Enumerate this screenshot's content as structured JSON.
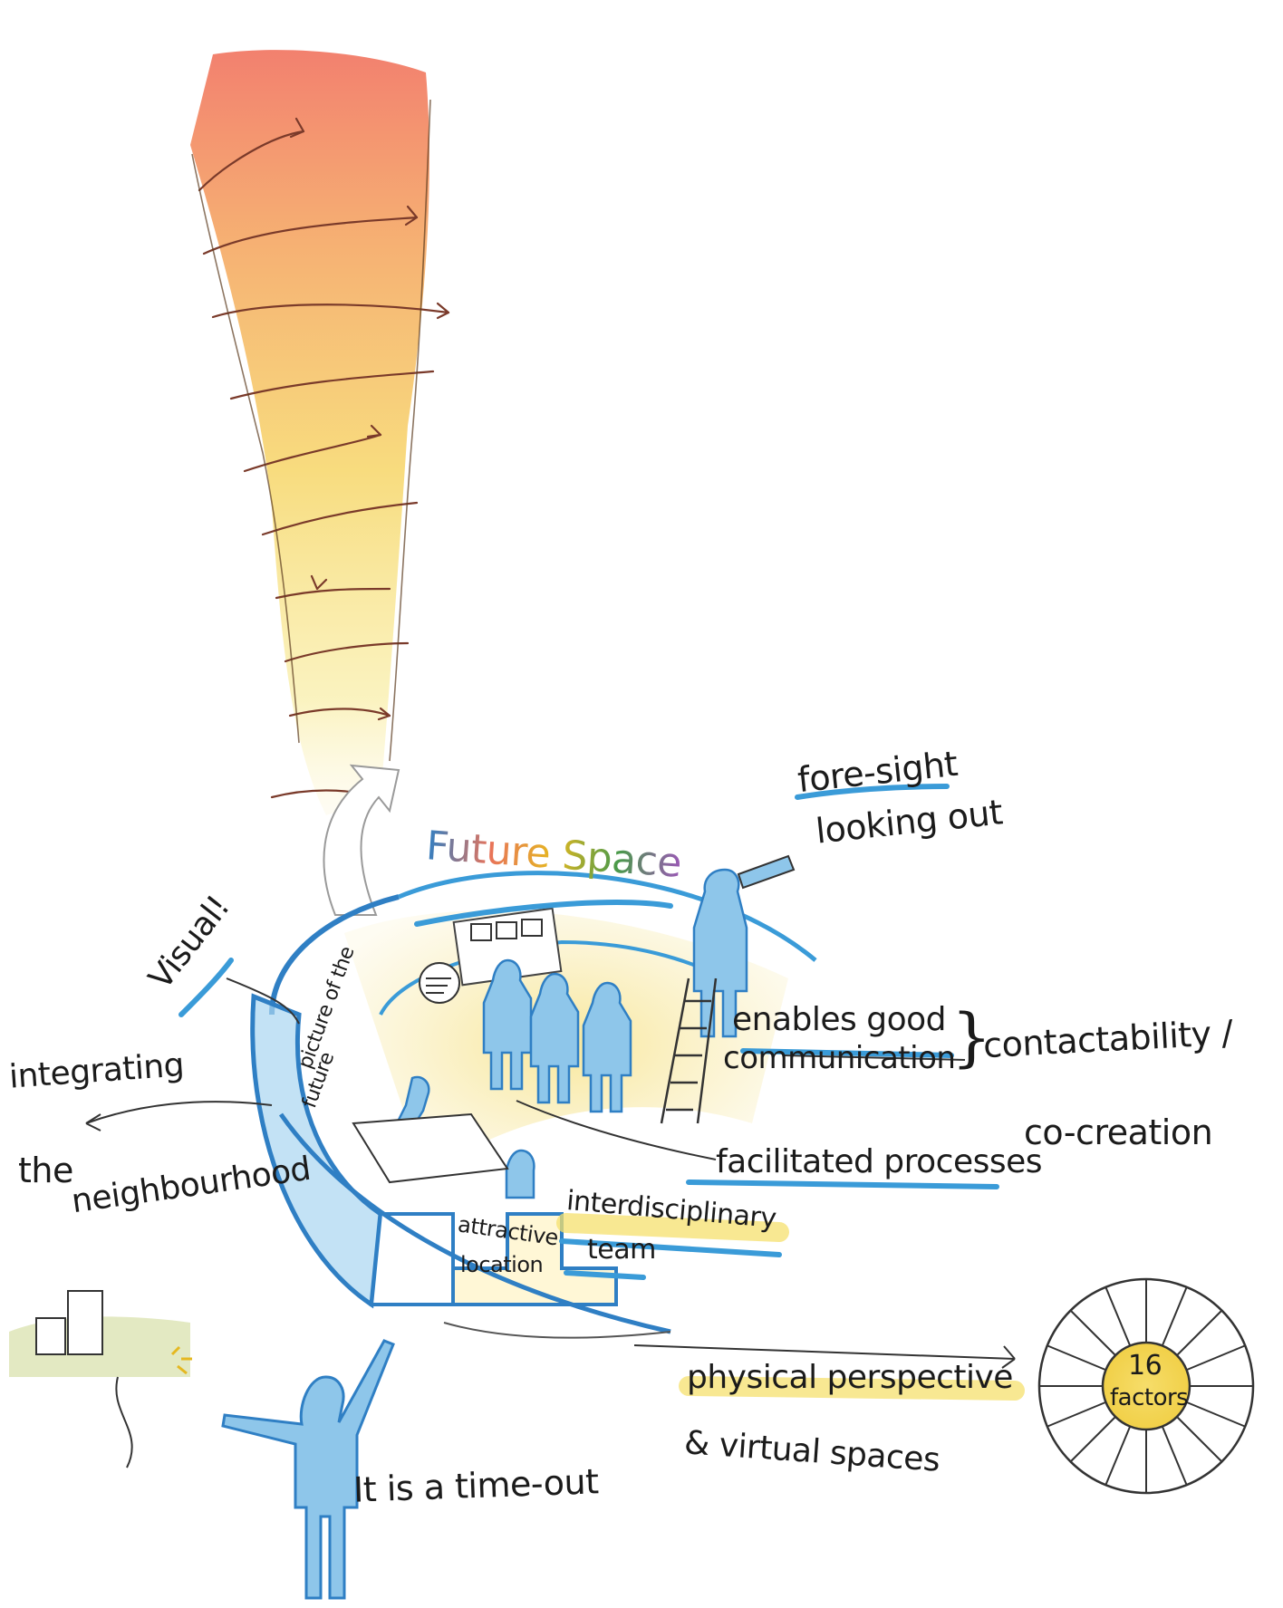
{
  "labels": {
    "title": "Future Space",
    "foresight": "fore-sight",
    "looking_out": "looking out",
    "visual": "Visual!",
    "picture_of_future_1": "picture of the",
    "picture_of_future_2": "future",
    "enables_1": "enables good",
    "enables_2": "communication",
    "contactability": "contactability /",
    "cocreation": "co-creation",
    "facilitated": "facilitated processes",
    "interdisciplinary_1": "interdisciplinary",
    "interdisciplinary_2": "team",
    "attractive_1": "attractive",
    "attractive_2": "location",
    "integrating_1": "integrating",
    "integrating_2": "the",
    "integrating_3": "neighbourhood",
    "physical": "physical perspective",
    "virtual": "& virtual spaces",
    "timeout": "It is a time-out",
    "factors_num": "16",
    "factors_word": "factors"
  },
  "colors": {
    "blue_line": "#2f7fc4",
    "blue_fill": "#8ec6ea",
    "yellow": "#f6e06e",
    "orange": "#f2a35a",
    "red": "#e8735a",
    "ink": "#1b1b1b"
  },
  "icons": [
    "spiral-arrows-icon",
    "telescope-person-icon",
    "sun-icon",
    "town-icon",
    "ladder-icon"
  ]
}
